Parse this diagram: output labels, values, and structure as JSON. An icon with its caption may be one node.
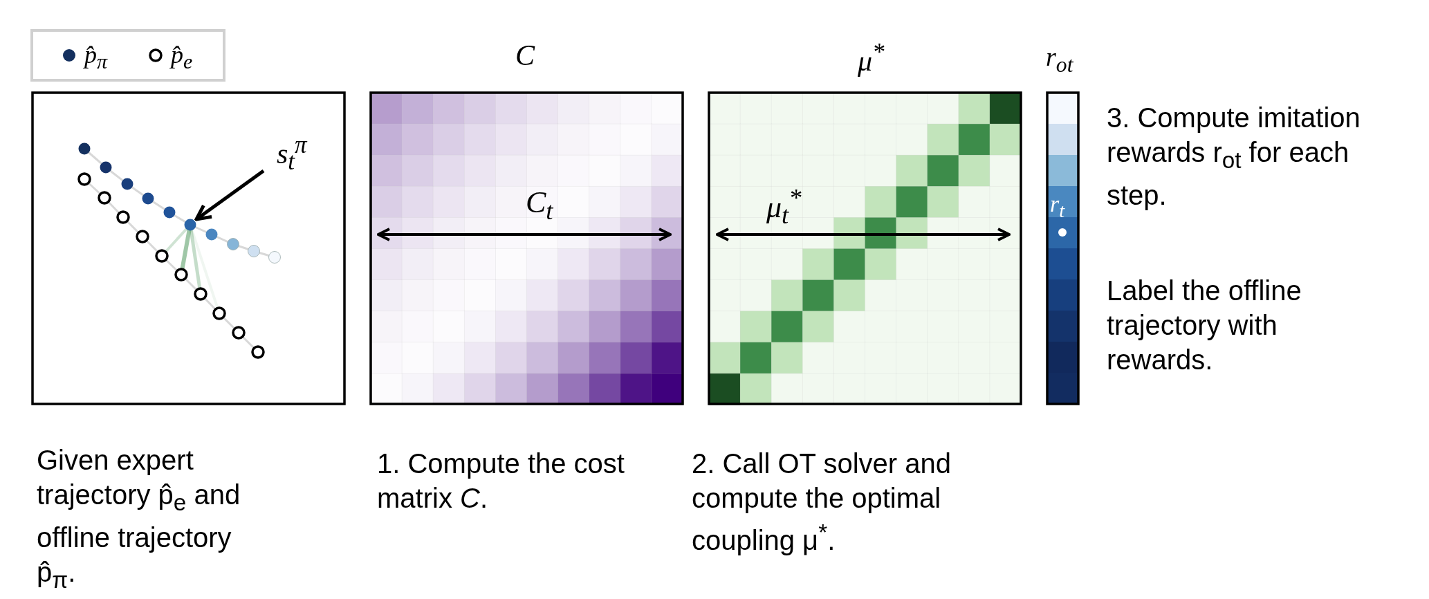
{
  "diagram": {
    "nodes": [
      {
        "text": [
          "s$_{t}$$^{π}$"
        ]
      },
      {
        "text": [],
        "shape": "circle"
      }
    ],
    "edges": [
      {
        "from": 0,
        "to": 1,
        "arrow": "to"
      }
    ],
    "labels": [
      "C",
      "μ$^{*}$",
      "r$_{ot}$",
      "C$_{t}$",
      "μ$_{t}$$^{*}$",
      "r$_{t}$",
      "3. Compute imitation rewards r$_{ot}$ for each step.",
      "Label the offline trajectory with rewards.",
      "Given expert trajectory p̂$_{e}$ and offline trajectory p̂$_{π}$.",
      "1. Compute the cost matrix *C*.",
      "2. Call OT solver and compute the optimal coupling μ$^{*}$."
    ],
    "legend": [
      {
        "text": "p̂$_{π}$"
      },
      {
        "text": "p̂$_{e}$"
      }
    ]
  }
}
